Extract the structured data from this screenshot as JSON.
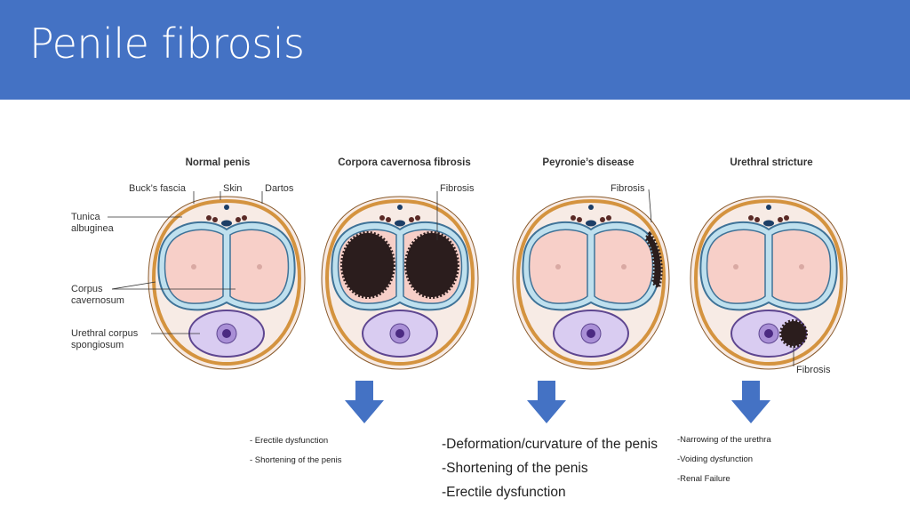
{
  "header": {
    "title": "Penile fibrosis"
  },
  "colors": {
    "header": "#4472c4",
    "arrow": "#4472c4"
  },
  "diagrams": [
    {
      "title": "Normal penis"
    },
    {
      "title": "Corpora cavernosa fibrosis"
    },
    {
      "title": "Peyronie’s disease"
    },
    {
      "title": "Urethral stricture"
    }
  ],
  "labels": {
    "bucks_fascia": "Buck’s fascia",
    "skin": "Skin",
    "dartos": "Dartos",
    "tunica_1": "Tunica",
    "tunica_2": "albuginea",
    "corpus_1": "Corpus",
    "corpus_2": "cavernosum",
    "urethral_1": "Urethral corpus",
    "urethral_2": "spongiosum",
    "fibrosis": "Fibrosis"
  },
  "consequences": {
    "cavernosa": [
      "- Erectile dysfunction",
      "- Shortening of the penis"
    ],
    "peyronie": [
      "-Deformation/curvature of the penis",
      "-Shortening of the penis",
      "-Erectile dysfunction"
    ],
    "stricture": [
      "-Narrowing of the urethra",
      "-Voiding dysfunction",
      "-Renal Failure"
    ]
  }
}
